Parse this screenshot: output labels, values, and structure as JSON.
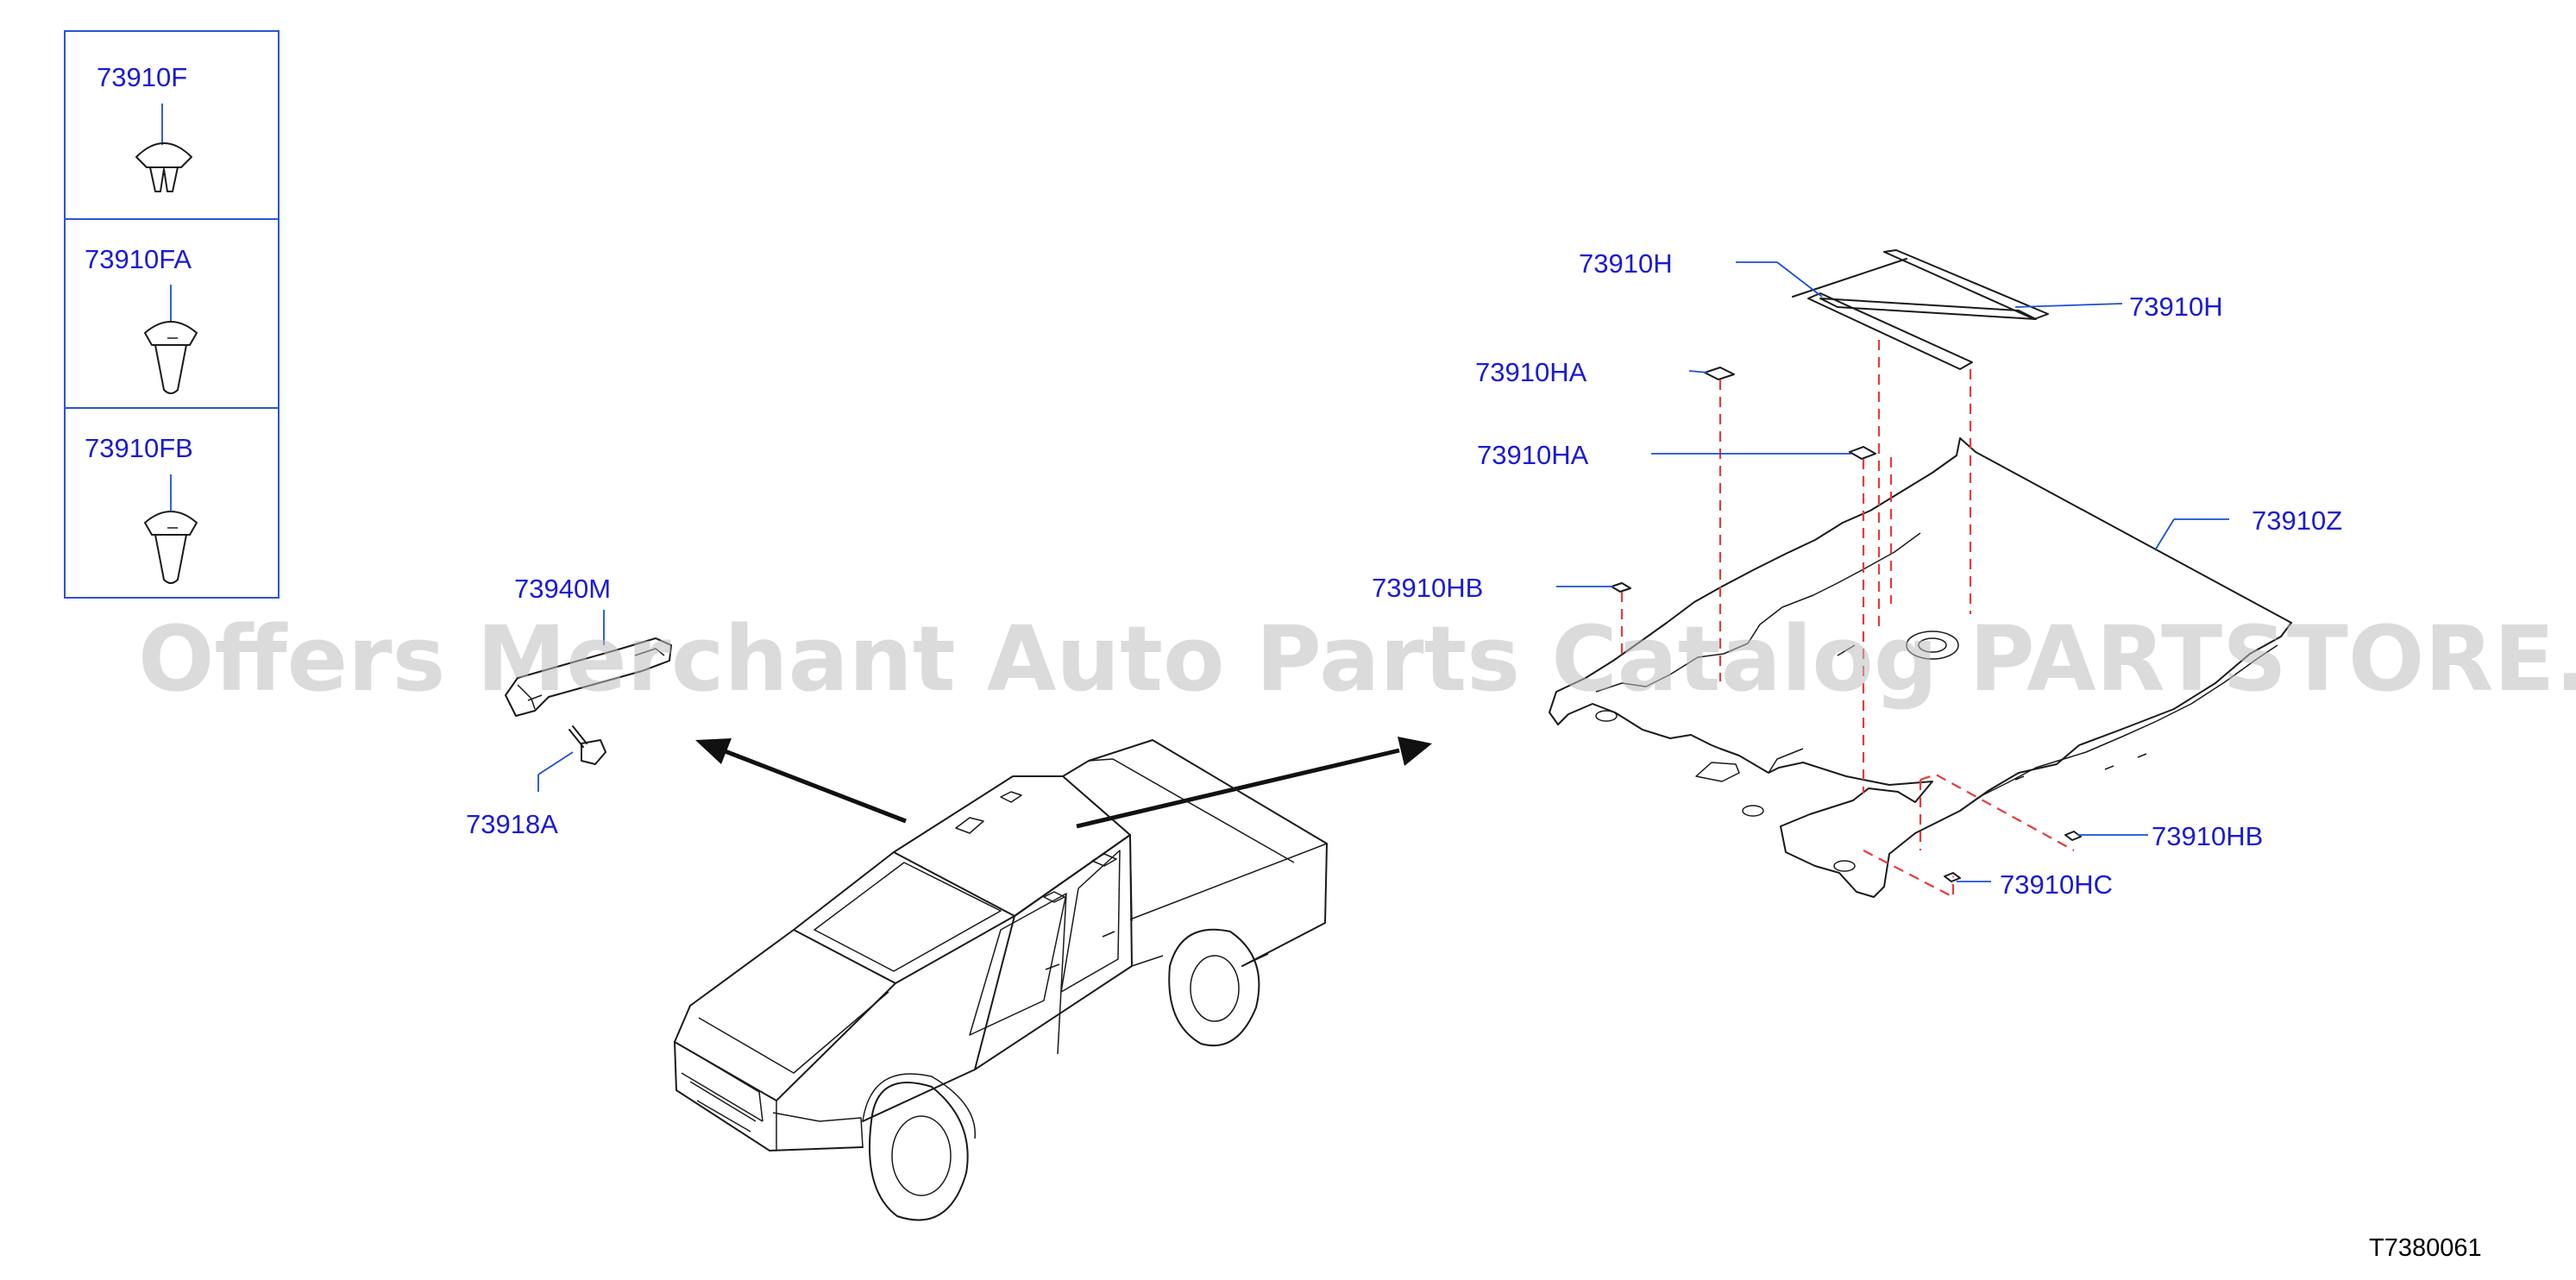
{
  "watermark": "Offers Merchant Auto Parts Catalog PARTSTORE.SA",
  "diagram_code": "T7380061",
  "clip_panel": {
    "items": [
      {
        "label": "73910F"
      },
      {
        "label": "73910FA"
      },
      {
        "label": "73910FB"
      }
    ]
  },
  "grip_callouts": {
    "grip": "73940M",
    "bolt": "73918A"
  },
  "headlining_callouts": {
    "insulator_left": "73910H",
    "insulator_right": "73910H",
    "pad_a_1": "73910HA",
    "pad_a_2": "73910HA",
    "headlining": "73910Z",
    "pad_b_left": "73910HB",
    "pad_b_right": "73910HB",
    "pad_c": "73910HC"
  },
  "colors": {
    "callout_text": "#1a1ad6",
    "leader_line": "#1a4fd6",
    "hidden_line": "#e83a3a",
    "panel_border": "#2a55d8"
  }
}
